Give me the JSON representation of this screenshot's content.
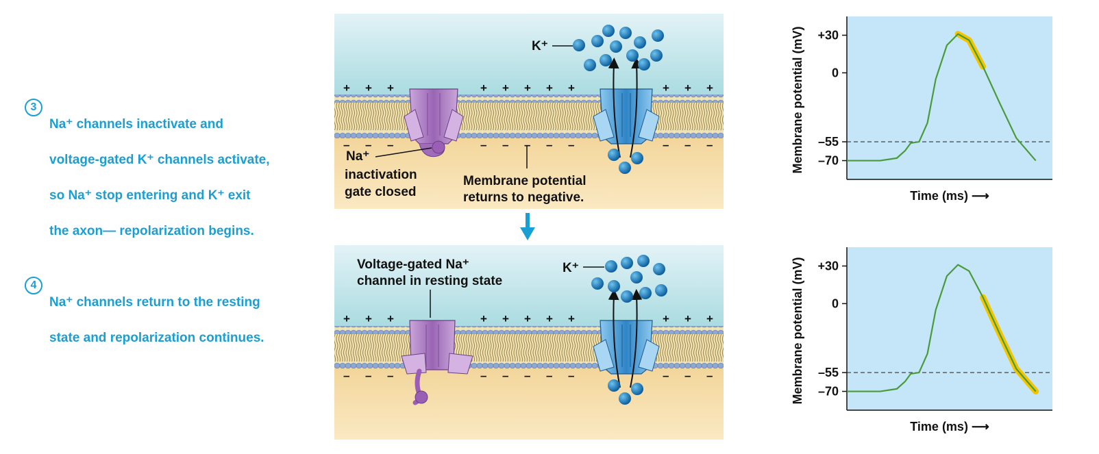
{
  "steps": [
    {
      "number": "3",
      "lines": [
        "Na⁺ channels inactivate and",
        "voltage-gated K⁺ channels activate,",
        "so Na⁺ stop entering and K⁺ exit",
        "the axon— repolarization begins."
      ]
    },
    {
      "number": "4",
      "lines": [
        "Na⁺ channels return to the resting",
        "state and repolarization continues."
      ]
    }
  ],
  "panel3": {
    "k_label": "K⁺",
    "na_label": "Na⁺",
    "gate_label_1": "inactivation",
    "gate_label_2": "gate closed",
    "membrane_label_1": "Membrane potential",
    "membrane_label_2": "returns to negative.",
    "plus": "+",
    "minus": "–"
  },
  "panel4": {
    "k_label": "K⁺",
    "channel_label_1": "Voltage-gated Na⁺",
    "channel_label_2": "channel in resting state",
    "plus": "+",
    "minus": "–"
  },
  "colors": {
    "step_text": "#1a9fd4",
    "highlight": "#f5c400",
    "trace": "#4a9a3a",
    "graph_bg": "#c4e6f8"
  },
  "chart_data": [
    {
      "type": "line",
      "ylabel": "Membrane potential (mV)",
      "xlabel": "Time (ms) ⟶",
      "yticks": [
        "+30",
        "0",
        "–55",
        "–70"
      ],
      "ytick_values": [
        30,
        0,
        -55,
        -70
      ],
      "ylim": [
        -85,
        45
      ],
      "threshold": -55,
      "series": [
        {
          "x": [
            0,
            0.6,
            0.9,
            1.05,
            1.15,
            1.3,
            1.45,
            1.6,
            1.8,
            2.0,
            2.2,
            2.45,
            2.75,
            3.05,
            3.4
          ],
          "y": [
            -70,
            -70,
            -68,
            -62,
            -56,
            -55,
            -40,
            -5,
            22,
            31,
            26,
            5,
            -24,
            -52,
            -70
          ]
        }
      ],
      "highlight_x": [
        2.0,
        2.45
      ]
    },
    {
      "type": "line",
      "ylabel": "Membrane potential (mV)",
      "xlabel": "Time (ms) ⟶",
      "yticks": [
        "+30",
        "0",
        "–55",
        "–70"
      ],
      "ytick_values": [
        30,
        0,
        -55,
        -70
      ],
      "ylim": [
        -85,
        45
      ],
      "threshold": -55,
      "series": [
        {
          "x": [
            0,
            0.6,
            0.9,
            1.05,
            1.15,
            1.3,
            1.45,
            1.6,
            1.8,
            2.0,
            2.2,
            2.45,
            2.75,
            3.05,
            3.4
          ],
          "y": [
            -70,
            -70,
            -68,
            -62,
            -56,
            -55,
            -40,
            -5,
            22,
            31,
            26,
            5,
            -24,
            -52,
            -70
          ]
        }
      ],
      "highlight_x": [
        2.45,
        3.4
      ]
    }
  ]
}
